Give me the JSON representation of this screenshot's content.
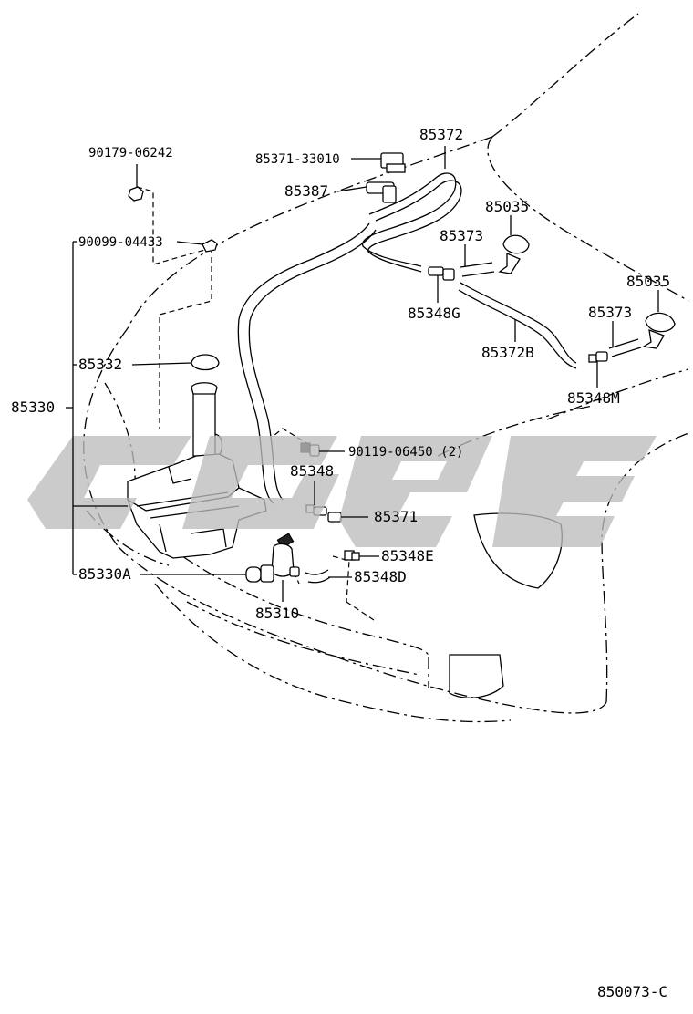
{
  "diagram": {
    "figure_code": "850073-C",
    "labels": {
      "p90179": "90179-06242",
      "p90099": "90099-04433",
      "p85371_33010": "85371-33010",
      "p85372": "85372",
      "p85387": "85387",
      "p85035a": "85035",
      "p85373a": "85373",
      "p85348g": "85348G",
      "p85035b": "85035",
      "p85373b": "85373",
      "p85372b": "85372B",
      "p85348m": "85348M",
      "p85332": "85332",
      "p85330": "85330",
      "p90119": "90119-06450 (2)",
      "p85348": "85348",
      "p85371": "85371",
      "p85348e": "85348E",
      "p85348d": "85348D",
      "p85330a": "85330A",
      "p85310": "85310"
    },
    "colors": {
      "line": "#000000",
      "watermark": "#bdbdbd",
      "background": "#ffffff"
    }
  }
}
